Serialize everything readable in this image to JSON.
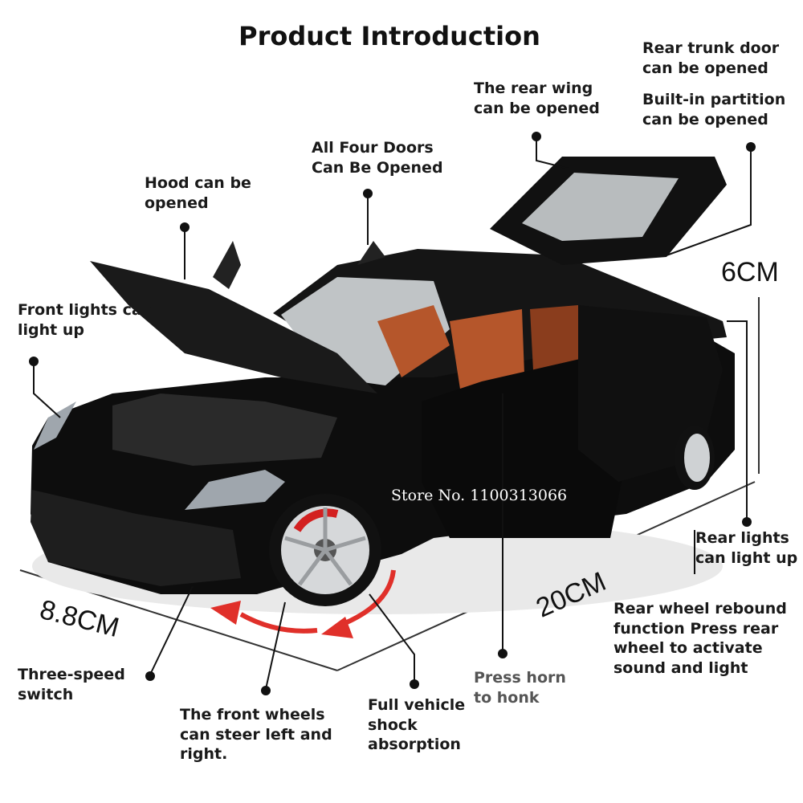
{
  "title": "Product Introduction",
  "labels": {
    "rear_trunk_door": "Rear trunk door\ncan be opened",
    "built_in_partition": "Built-in partition\ncan be opened",
    "rear_wing": "The rear wing\ncan be opened",
    "all_four_doors": "All Four Doors\nCan Be Opened",
    "hood": "Hood can be\nopened",
    "front_lights": "Front lights can\nlight up",
    "rear_lights": "Rear lights\ncan light up",
    "rear_wheel_rebound": "Rear wheel rebound\nfunction Press rear\nwheel to activate\nsound and light",
    "press_horn": "Press horn\nto honk",
    "three_speed": "Three-speed\nswitch",
    "front_wheels": "The front wheels\ncan steer left and\nright.",
    "shock_absorption": "Full vehicle\nshock\nabsorption"
  },
  "dimensions": {
    "height": "6CM",
    "length": "20CM",
    "width": "8.8CM"
  },
  "watermark": "Store No. 1100313066",
  "colors": {
    "car_body": "#0d0d0d",
    "interior": "#b5562b",
    "brake_caliper": "#d32020",
    "steer_arrow": "#e0302a",
    "text": "#1a1a1a"
  }
}
